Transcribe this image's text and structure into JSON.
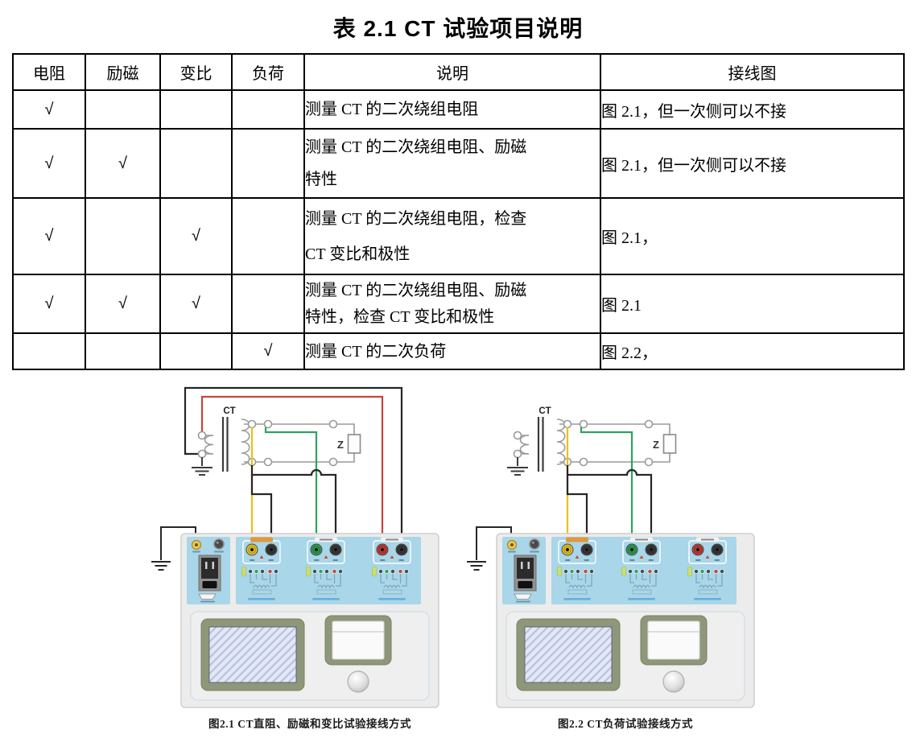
{
  "title": "表 2.1  CT 试验项目说明",
  "table": {
    "headers": [
      "电阻",
      "励磁",
      "变比",
      "负荷",
      "说明",
      "接线图"
    ],
    "rows": [
      {
        "cells": [
          "√",
          "",
          "",
          "",
          "测量 CT 的二次绕组电阻",
          "图 2.1，但一次侧可以不接"
        ]
      },
      {
        "cells": [
          "√",
          "√",
          "",
          "",
          "测量 CT 的二次绕组电阻、励磁\n特性",
          "图 2.1，但一次侧可以不接"
        ]
      },
      {
        "cells": [
          "√",
          "",
          "√",
          "",
          "测量 CT 的二次绕组电阻，检查\nCT 变比和极性",
          "图 2.1，"
        ]
      },
      {
        "cells": [
          "√",
          "√",
          "√",
          "",
          "测量 CT 的二次绕组电阻、励磁\n特性，检查 CT 变比和极性",
          "图 2.1"
        ]
      },
      {
        "cells": [
          "",
          "",
          "",
          "√",
          "测量 CT 的二次负荷",
          "图 2.2，"
        ]
      }
    ]
  },
  "figures": {
    "left_caption": "图2.1 CT直阻、励磁和变比试验接线方式",
    "right_caption": "图2.2 CT负荷试验接线方式",
    "ct_label": "CT",
    "z_label": "Z"
  },
  "colors": {
    "wire_red": "#c8433c",
    "wire_yellow": "#f0be18",
    "wire_green": "#2ea25e",
    "wire_black": "#262626",
    "circuit_grey": "#9a9a9a",
    "panel_blue": "#a9d6e8",
    "bezel_olive": "#8f977b"
  }
}
